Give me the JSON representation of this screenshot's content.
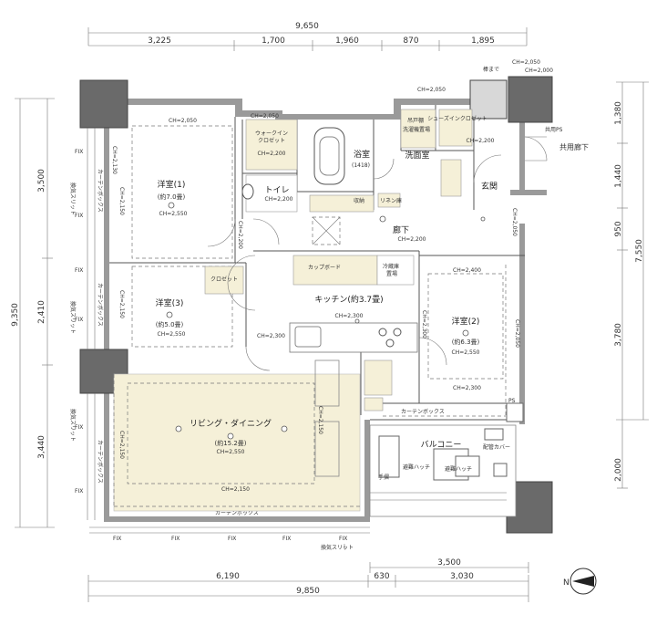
{
  "dimensions": {
    "top_total": "9,650",
    "top_segments": [
      "3,225",
      "1,700",
      "1,960",
      "870",
      "1,895"
    ],
    "bottom_total": "9,850",
    "bottom_segments": [
      "6,190",
      "630",
      "3,030"
    ],
    "bottom_balcony": "3,500",
    "left_total": "9,350",
    "left_segments": [
      "3,500",
      "2,410",
      "3,440"
    ],
    "right_total": "7,550",
    "right_segments": [
      "1,380",
      "1,440",
      "950",
      "3,780"
    ],
    "right_balcony": "2,000"
  },
  "rooms": {
    "bedroom1": {
      "name": "洋室(1)",
      "size": "(約7.0畳)",
      "ch": "CH=2,550"
    },
    "bedroom2": {
      "name": "洋室(2)",
      "size": "(約6.3畳)",
      "ch": "CH=2,550"
    },
    "bedroom3": {
      "name": "洋室(3)",
      "size": "(約5.0畳)",
      "ch": "CH=2,550"
    },
    "living": {
      "name": "リビング・ダイニング",
      "size": "(約15.2畳)",
      "ch": "CH=2,550"
    },
    "kitchen": {
      "name": "キッチン(約3.7畳)",
      "ch": "CH=2,300"
    },
    "bath": {
      "name": "浴室",
      "note": "(1418)"
    },
    "washroom": {
      "name": "洗面室"
    },
    "toilet": {
      "name": "トイレ",
      "ch": "CH=2,200"
    },
    "hallway": {
      "name": "廊下",
      "ch": "CH=2,200"
    },
    "entrance": {
      "name": "玄関"
    },
    "balcony": {
      "name": "バルコニー"
    },
    "walkin": {
      "name": "ウォークイン",
      "name2": "クロゼット",
      "ch": "CH=2,200"
    },
    "shoes": {
      "name": "シューズインクロゼット",
      "ch": "CH=2,200"
    },
    "closet": {
      "name": "クロゼット"
    }
  },
  "labels": {
    "cupboard": "カップボード",
    "fridge": "冷蔵庫",
    "fridge2": "置場",
    "washer": "洗濯機置場",
    "linen": "リネン庫",
    "shared_corridor": "共用廊下",
    "shared_ps": "共用PS",
    "curtain_box_bottom": "カーテンボックス",
    "curtain_box_right": "カーテンボックス",
    "vent_slit_bottom": "換気スリット",
    "vent_slit_left": "換気スリット",
    "fix": "FIX",
    "storage": "収納",
    "shelf": "吊戸棚",
    "handrail": "手摺",
    "escape1": "避難ハッチ",
    "escape2": "避難ハッチ",
    "ac_cover": "配管カバー",
    "meter": "棒まで",
    "ps": "PS"
  },
  "ceiling_heights": {
    "bed1_top": "CH=2,050",
    "walk_top": "CH=2,050",
    "wash_top": "CH=2,050",
    "entrance_top1": "CH=2,050",
    "entrance_top2": "CH=2,000",
    "bed1_side": "CH=2,150",
    "bed1_mid": "CH=2,130",
    "bed3_side": "CH=2,150",
    "bed2_top": "CH=2,400",
    "bed2_bottom": "CH=2,300",
    "bed2_side": "CH=2,050",
    "kitchen_side": "CH=2,300",
    "living_bottom": "CH=2,150",
    "living_side": "CH=2,150",
    "hall_left": "CH=2,200",
    "hall_right": "CH=2,050",
    "lr_kitchen": "CH=2,300",
    "kitchen_col": "CH=2,150"
  },
  "compass": {
    "label": "N"
  }
}
